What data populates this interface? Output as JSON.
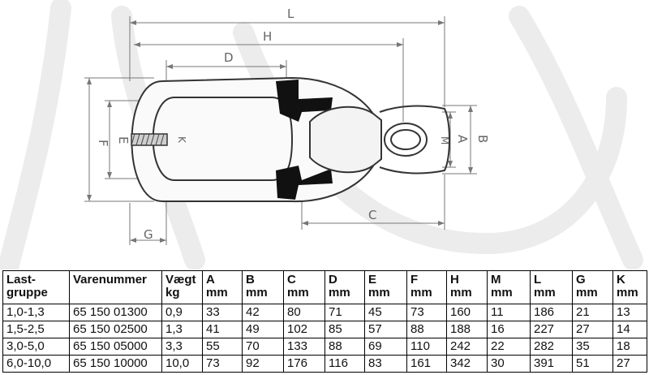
{
  "drawing": {
    "dimension_labels": {
      "L": "L",
      "H": "H",
      "D": "D",
      "C": "C",
      "F": "F",
      "E": "E",
      "K": "K",
      "G": "G",
      "A": "A",
      "B": "B",
      "M": "M"
    }
  },
  "table": {
    "headers": [
      {
        "line1": "Last-",
        "line2": "gruppe"
      },
      {
        "line1": "Varenummer",
        "line2": ""
      },
      {
        "line1": "Vægt",
        "line2": "kg"
      },
      {
        "line1": "A",
        "line2": "mm"
      },
      {
        "line1": "B",
        "line2": "mm"
      },
      {
        "line1": "C",
        "line2": "mm"
      },
      {
        "line1": "D",
        "line2": "mm"
      },
      {
        "line1": "E",
        "line2": "mm"
      },
      {
        "line1": "F",
        "line2": "mm"
      },
      {
        "line1": "H",
        "line2": "mm"
      },
      {
        "line1": "M",
        "line2": "mm"
      },
      {
        "line1": "L",
        "line2": "mm"
      },
      {
        "line1": "G",
        "line2": "mm"
      },
      {
        "line1": "K",
        "line2": "mm"
      }
    ],
    "rows": [
      [
        "1,0-1,3",
        "65 150 01300",
        "0,9",
        "33",
        "42",
        "80",
        "71",
        "45",
        "73",
        "160",
        "11",
        "186",
        "21",
        "13"
      ],
      [
        "1,5-2,5",
        "65 150 02500",
        "1,3",
        "41",
        "49",
        "102",
        "85",
        "57",
        "88",
        "188",
        "16",
        "227",
        "27",
        "14"
      ],
      [
        "3,0-5,0",
        "65 150 05000",
        "3,3",
        "55",
        "70",
        "133",
        "88",
        "69",
        "110",
        "242",
        "22",
        "282",
        "35",
        "18"
      ],
      [
        "6,0-10,0",
        "65 150 10000",
        "10,0",
        "73",
        "92",
        "176",
        "116",
        "83",
        "161",
        "342",
        "30",
        "391",
        "51",
        "27"
      ]
    ]
  }
}
